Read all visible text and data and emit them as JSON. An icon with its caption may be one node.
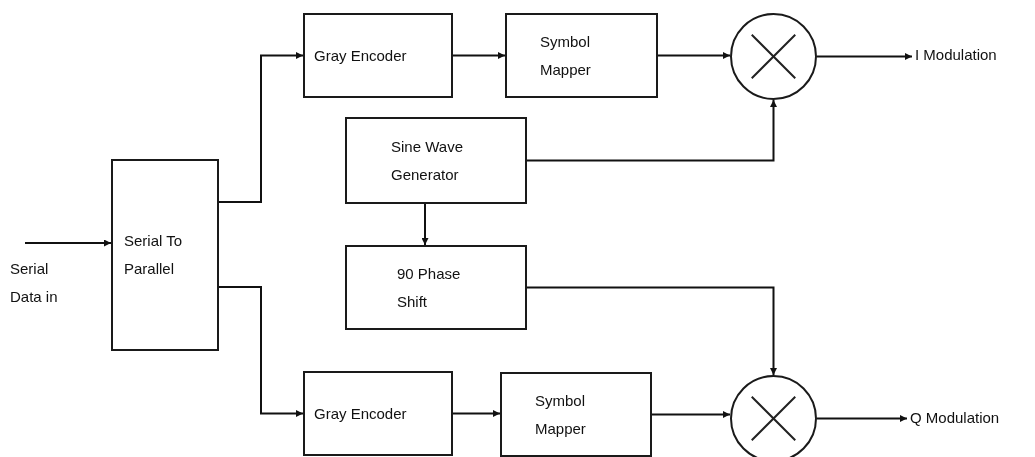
{
  "diagram": {
    "nodes": [
      {
        "text": [
          "Serial To Parallel"
        ]
      },
      {
        "text": [
          "Gray Encoder"
        ]
      },
      {
        "text": [
          "Symbol Mapper"
        ]
      },
      {
        "text": [],
        "shape": "circle"
      },
      {
        "text": [
          "I Modulation"
        ]
      },
      {
        "text": [
          "Sine Wave Generator"
        ]
      },
      {
        "text": [
          "90 Phase Shift"
        ]
      },
      {
        "text": [
          "Gray Encoder"
        ]
      },
      {
        "text": [
          "Symbol Mapper"
        ]
      },
      {
        "text": [],
        "shape": "circle"
      },
      {
        "text": [
          "Q Modulation"
        ]
      }
    ],
    "edges": [
      {
        "from": null,
        "to": 0,
        "arrow": "to"
      },
      {
        "from": 0,
        "to": 1,
        "arrow": "to"
      },
      {
        "from": 0,
        "to": 7,
        "arrow": "to"
      },
      {
        "from": 1,
        "to": 2,
        "arrow": "to"
      },
      {
        "from": 2,
        "to": 3,
        "arrow": "to"
      },
      {
        "from": 3,
        "to": 4,
        "arrow": "to"
      },
      {
        "from": 5,
        "to": 3,
        "arrow": "to"
      },
      {
        "from": 5,
        "to": 6,
        "arrow": "to"
      },
      {
        "from": 6,
        "to": 9,
        "arrow": "to"
      },
      {
        "from": 7,
        "to": 8,
        "arrow": "to"
      },
      {
        "from": 8,
        "to": 9,
        "arrow": "to"
      },
      {
        "from": 9,
        "to": 10,
        "arrow": "to"
      }
    ],
    "labels": [
      "Serial Data in"
    ]
  }
}
